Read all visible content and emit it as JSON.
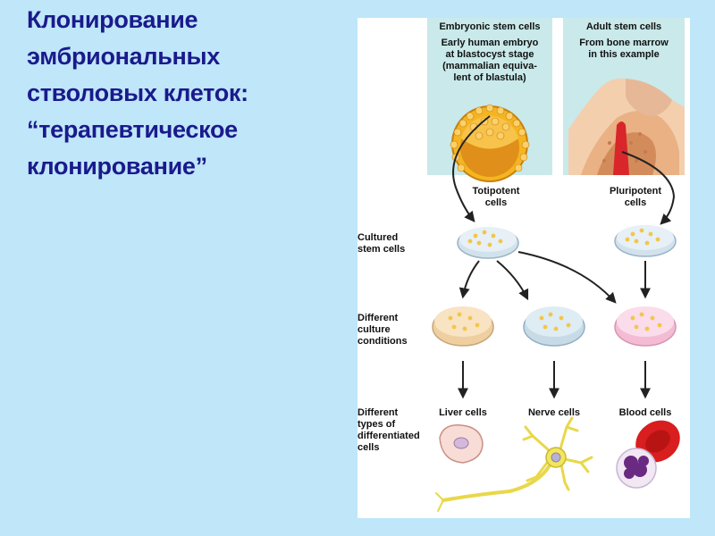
{
  "slide": {
    "title": "Клонирование\nэмбриональных\nстволовых клеток:\n“терапевтическое\nклонирование”"
  },
  "figure": {
    "embryonic": {
      "heading": "Embryonic stem cells",
      "desc": "Early human embryo\nat blastocyst stage\n(mammalian equiva-\nlent of blastula)",
      "cells_label": "Totipotent\ncells"
    },
    "adult": {
      "heading": "Adult stem cells",
      "desc": "From bone marrow\nin this example",
      "cells_label": "Pluripotent\ncells"
    },
    "row_labels": {
      "cultured": "Cultured\nstem cells",
      "conditions": "Different\nculture\nconditions",
      "types": "Different\ntypes of\ndifferentiated\ncells"
    },
    "outcomes": {
      "liver": "Liver cells",
      "nerve": "Nerve cells",
      "blood": "Blood cells"
    }
  },
  "colors": {
    "background": "#bfe6f9",
    "title": "#1a1a8c",
    "panel": "#c9e9ea",
    "blastocyst": "#f2a81c",
    "dish_blue": "#dbe8f0",
    "dish_orange": "#f6dcb4",
    "dish_pink": "#f8d0e2",
    "red_blood": "#d81e1e",
    "nerve": "#f2e65a"
  }
}
